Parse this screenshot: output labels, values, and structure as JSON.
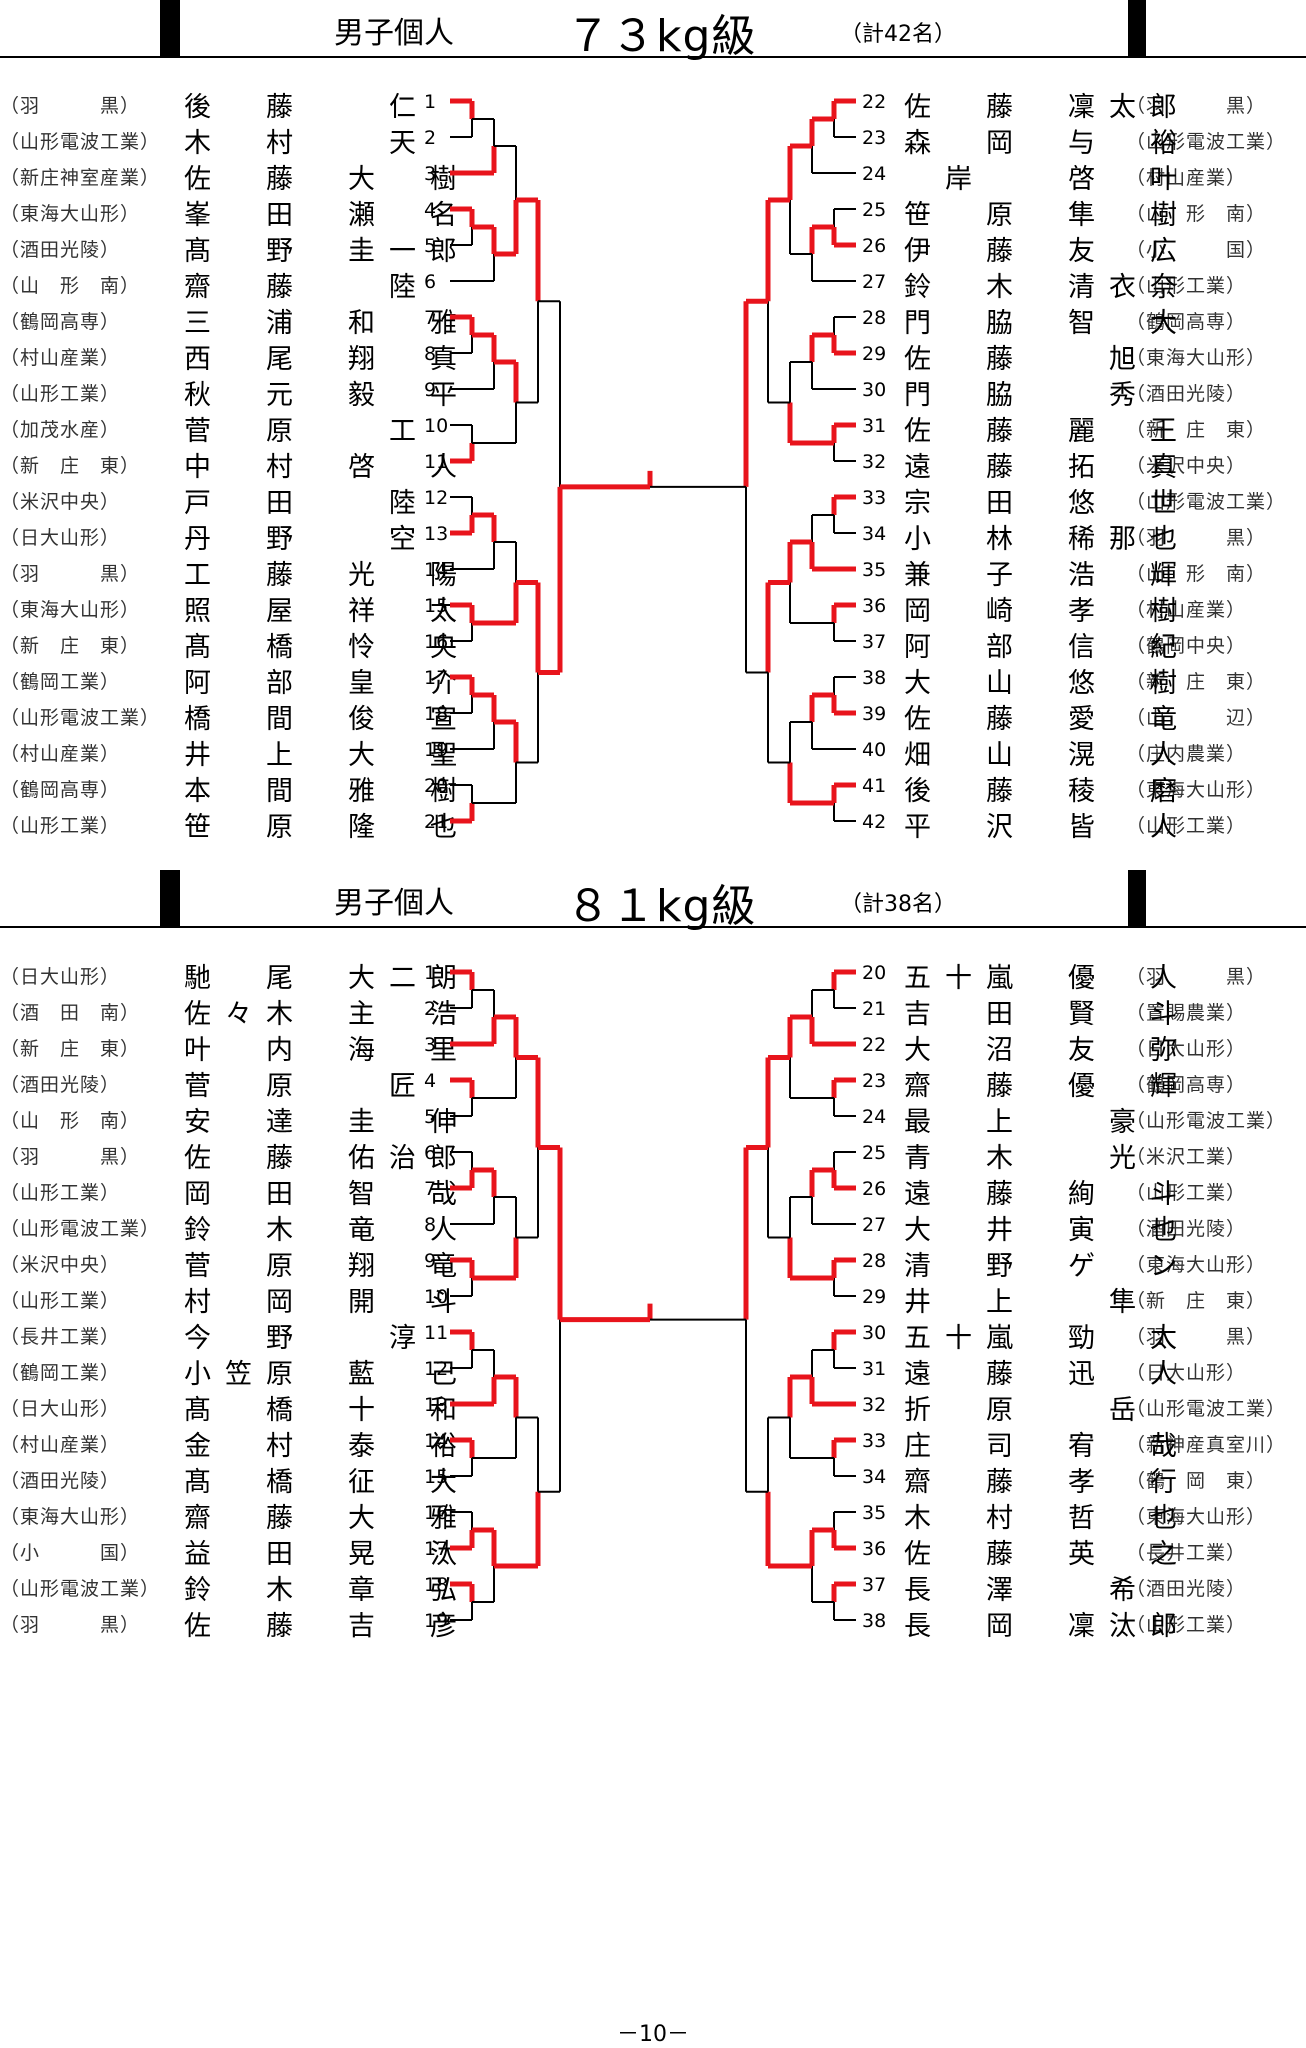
{
  "brackets": [
    {
      "category": "男子個人",
      "weight": "７３kg級",
      "total": "（計42名）",
      "left": [
        {
          "no": "1",
          "name": "後　藤　　仁",
          "school": "（羽　　　黒）"
        },
        {
          "no": "2",
          "name": "木　村　　天",
          "school": "（山形電波工業）"
        },
        {
          "no": "3",
          "name": "佐　藤　大　樹",
          "school": "（新庄神室産業）"
        },
        {
          "no": "4",
          "name": "峯　田　瀬　名",
          "school": "（東海大山形）"
        },
        {
          "no": "5",
          "name": "髙　野　圭一郎",
          "school": "（酒田光陵）"
        },
        {
          "no": "6",
          "name": "齋　藤　　陸",
          "school": "（山　形　南）"
        },
        {
          "no": "7",
          "name": "三　浦　和　雅",
          "school": "（鶴岡高専）"
        },
        {
          "no": "8",
          "name": "西　尾　翔　真",
          "school": "（村山産業）"
        },
        {
          "no": "9",
          "name": "秋　元　毅　平",
          "school": "（山形工業）"
        },
        {
          "no": "10",
          "name": "菅　原　　工",
          "school": "（加茂水産）"
        },
        {
          "no": "11",
          "name": "中　村　啓　人",
          "school": "（新　庄　東）"
        },
        {
          "no": "12",
          "name": "戸　田　　陸",
          "school": "（米沢中央）"
        },
        {
          "no": "13",
          "name": "丹　野　　空",
          "school": "（日大山形）"
        },
        {
          "no": "14",
          "name": "工　藤　光　陽",
          "school": "（羽　　　黒）"
        },
        {
          "no": "15",
          "name": "照　屋　祥　太",
          "school": "（東海大山形）"
        },
        {
          "no": "16",
          "name": "髙　橋　怜　央",
          "school": "（新　庄　東）"
        },
        {
          "no": "17",
          "name": "阿　部　皇　介",
          "school": "（鶴岡工業）"
        },
        {
          "no": "18",
          "name": "橋　間　俊　宣",
          "school": "（山形電波工業）"
        },
        {
          "no": "19",
          "name": "井　上　大　聖",
          "school": "（村山産業）"
        },
        {
          "no": "20",
          "name": "本　間　雅　樹",
          "school": "（鶴岡高専）"
        },
        {
          "no": "21",
          "name": "笹　原　隆　也",
          "school": "（山形工業）"
        }
      ],
      "right": [
        {
          "no": "22",
          "name": "佐　藤　凜太郎",
          "school": "（羽　　　黒）"
        },
        {
          "no": "23",
          "name": "森　岡　与　裕",
          "school": "（山形電波工業）"
        },
        {
          "no": "24",
          "name": "　岸　　啓　叶",
          "school": "（村山産業）"
        },
        {
          "no": "25",
          "name": "笹　原　隼　樹",
          "school": "（山　形　南）"
        },
        {
          "no": "26",
          "name": "伊　藤　友　広",
          "school": "（小　　　国）"
        },
        {
          "no": "27",
          "name": "鈴　木　清衣奈",
          "school": "（山形工業）"
        },
        {
          "no": "28",
          "name": "門　脇　智　大",
          "school": "（鶴岡高専）"
        },
        {
          "no": "29",
          "name": "佐　藤　　旭",
          "school": "（東海大山形）"
        },
        {
          "no": "30",
          "name": "門　脇　　秀",
          "school": "（酒田光陵）"
        },
        {
          "no": "31",
          "name": "佐　藤　麗　王",
          "school": "（新　庄　東）"
        },
        {
          "no": "32",
          "name": "遠　藤　拓　真",
          "school": "（米沢中央）"
        },
        {
          "no": "33",
          "name": "宗　田　悠　世",
          "school": "（山形電波工業）"
        },
        {
          "no": "34",
          "name": "小　林　稀那也",
          "school": "（羽　　　黒）"
        },
        {
          "no": "35",
          "name": "兼　子　浩　輝",
          "school": "（山　形　南）"
        },
        {
          "no": "36",
          "name": "岡　崎　孝　樹",
          "school": "（村山産業）"
        },
        {
          "no": "37",
          "name": "阿　部　信　紀",
          "school": "（鶴岡中央）"
        },
        {
          "no": "38",
          "name": "大　山　悠　樹",
          "school": "（新　庄　東）"
        },
        {
          "no": "39",
          "name": "佐　藤　愛　竜",
          "school": "（山　　　辺）"
        },
        {
          "no": "40",
          "name": "畑　山　滉　人",
          "school": "（庄内農業）"
        },
        {
          "no": "41",
          "name": "後　藤　稜　磨",
          "school": "（東海大山形）"
        },
        {
          "no": "42",
          "name": "平　沢　皆　人",
          "school": "（山形工業）"
        }
      ]
    },
    {
      "category": "男子個人",
      "weight": "８１kg級",
      "total": "（計38名）",
      "left": [
        {
          "no": "1",
          "name": "馳　尾　大二朗",
          "school": "（日大山形）"
        },
        {
          "no": "2",
          "name": "佐々木　主　浩",
          "school": "（酒　田　南）"
        },
        {
          "no": "3",
          "name": "叶　内　海　里",
          "school": "（新　庄　東）"
        },
        {
          "no": "4",
          "name": "菅　原　　匠",
          "school": "（酒田光陵）"
        },
        {
          "no": "5",
          "name": "安　達　圭　伸",
          "school": "（山　形　南）"
        },
        {
          "no": "6",
          "name": "佐　藤　佑治郎",
          "school": "（羽　　　黒）"
        },
        {
          "no": "7",
          "name": "岡　田　智　哉",
          "school": "（山形工業）"
        },
        {
          "no": "8",
          "name": "鈴　木　竜　人",
          "school": "（山形電波工業）"
        },
        {
          "no": "9",
          "name": "菅　原　翔　竜",
          "school": "（米沢中央）"
        },
        {
          "no": "10",
          "name": "村　岡　開　斗",
          "school": "（山形工業）"
        },
        {
          "no": "11",
          "name": "今　野　　淳",
          "school": "（長井工業）"
        },
        {
          "no": "12",
          "name": "小笠原　藍　己",
          "school": "（鶴岡工業）"
        },
        {
          "no": "13",
          "name": "髙　橋　十　和",
          "school": "（日大山形）"
        },
        {
          "no": "14",
          "name": "金　村　泰　裕",
          "school": "（村山産業）"
        },
        {
          "no": "15",
          "name": "髙　橋　征　大",
          "school": "（酒田光陵）"
        },
        {
          "no": "16",
          "name": "齋　藤　大　雅",
          "school": "（東海大山形）"
        },
        {
          "no": "17",
          "name": "益　田　晃　汰",
          "school": "（小　　　国）"
        },
        {
          "no": "18",
          "name": "鈴　木　章　弘",
          "school": "（山形電波工業）"
        },
        {
          "no": "19",
          "name": "佐　藤　吉　彦",
          "school": "（羽　　　黒）"
        }
      ],
      "right": [
        {
          "no": "20",
          "name": "五十嵐　優　人",
          "school": "（羽　　　黒）"
        },
        {
          "no": "21",
          "name": "吉　田　賢　斗",
          "school": "（置賜農業）"
        },
        {
          "no": "22",
          "name": "大　沼　友　弥",
          "school": "（日大山形）"
        },
        {
          "no": "23",
          "name": "齋　藤　優　輝",
          "school": "（鶴岡高専）"
        },
        {
          "no": "24",
          "name": "最　上　　豪",
          "school": "（山形電波工業）"
        },
        {
          "no": "25",
          "name": "青　木　　光",
          "school": "（米沢工業）"
        },
        {
          "no": "26",
          "name": "遠　藤　絢　斗",
          "school": "（山形工業）"
        },
        {
          "no": "27",
          "name": "大　井　寅　也",
          "school": "（酒田光陵）"
        },
        {
          "no": "28",
          "name": "清　野　ゲ　ン",
          "school": "（東海大山形）"
        },
        {
          "no": "29",
          "name": "井　上　　隼",
          "school": "（新　庄　東）"
        },
        {
          "no": "30",
          "name": "五十嵐　勁　太",
          "school": "（羽　　　黒）"
        },
        {
          "no": "31",
          "name": "遠　藤　迅　人",
          "school": "（日大山形）"
        },
        {
          "no": "32",
          "name": "折　原　　岳",
          "school": "（山形電波工業）"
        },
        {
          "no": "33",
          "name": "庄　司　宥　哉",
          "school": "（新神産真室川）"
        },
        {
          "no": "34",
          "name": "齋　藤　孝　行",
          "school": "（鶴　岡　東）"
        },
        {
          "no": "35",
          "name": "木　村　哲　也",
          "school": "（東海大山形）"
        },
        {
          "no": "36",
          "name": "佐　藤　英　之",
          "school": "（長井工業）"
        },
        {
          "no": "37",
          "name": "長　澤　　希",
          "school": "（酒田光陵）"
        },
        {
          "no": "38",
          "name": "長　岡　凜汰郎",
          "school": "（山形工業）"
        }
      ]
    }
  ],
  "page_number": "－10－",
  "colors": {
    "win": "#e8141c",
    "line": "#000000"
  }
}
